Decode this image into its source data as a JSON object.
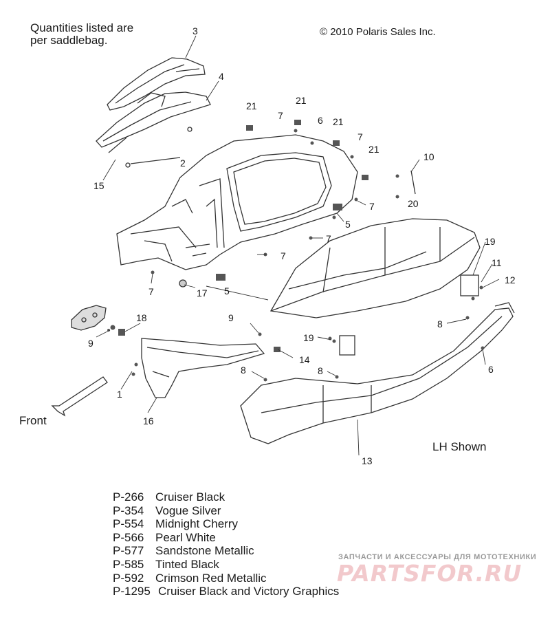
{
  "notes": {
    "quantities_line1": "Quantities listed are",
    "quantities_line2": "per saddlebag.",
    "copyright": "© 2010 Polaris Sales Inc.",
    "front_label": "Front",
    "lh_label": "LH Shown"
  },
  "callouts": {
    "n3": "3",
    "n4": "4",
    "n2": "2",
    "n15": "15",
    "n21a": "21",
    "n21b": "21",
    "n21c": "21",
    "n21d": "21",
    "n7a": "7",
    "n7b": "7",
    "n7c": "7",
    "n7d": "7",
    "n7e": "7",
    "n7f": "7",
    "n6a": "6",
    "n6b": "6",
    "n10": "10",
    "n20": "20",
    "n5a": "5",
    "n5b": "5",
    "n17": "17",
    "n19a": "19",
    "n19b": "19",
    "n11": "11",
    "n12": "12",
    "n8a": "8",
    "n8b": "8",
    "n8c": "8",
    "n9a": "9",
    "n9b": "9",
    "n18": "18",
    "n14": "14",
    "n1": "1",
    "n16": "16",
    "n13": "13"
  },
  "legend": [
    {
      "code": "P-266",
      "name": "Cruiser Black"
    },
    {
      "code": "P-354",
      "name": "Vogue Silver"
    },
    {
      "code": "P-554",
      "name": "Midnight Cherry"
    },
    {
      "code": "P-566",
      "name": "Pearl White"
    },
    {
      "code": "P-577",
      "name": "Sandstone Metallic"
    },
    {
      "code": "P-585",
      "name": "Tinted Black"
    },
    {
      "code": "P-592",
      "name": "Crimson Red Metallic"
    },
    {
      "code": "P-1295",
      "name": "Cruiser Black and Victory Graphics"
    }
  ],
  "watermark": {
    "tagline": "ЗАПЧАСТИ И АКСЕССУАРЫ ДЛЯ МОТОТЕХНИКИ",
    "logo": "PARTSFOR.RU"
  }
}
